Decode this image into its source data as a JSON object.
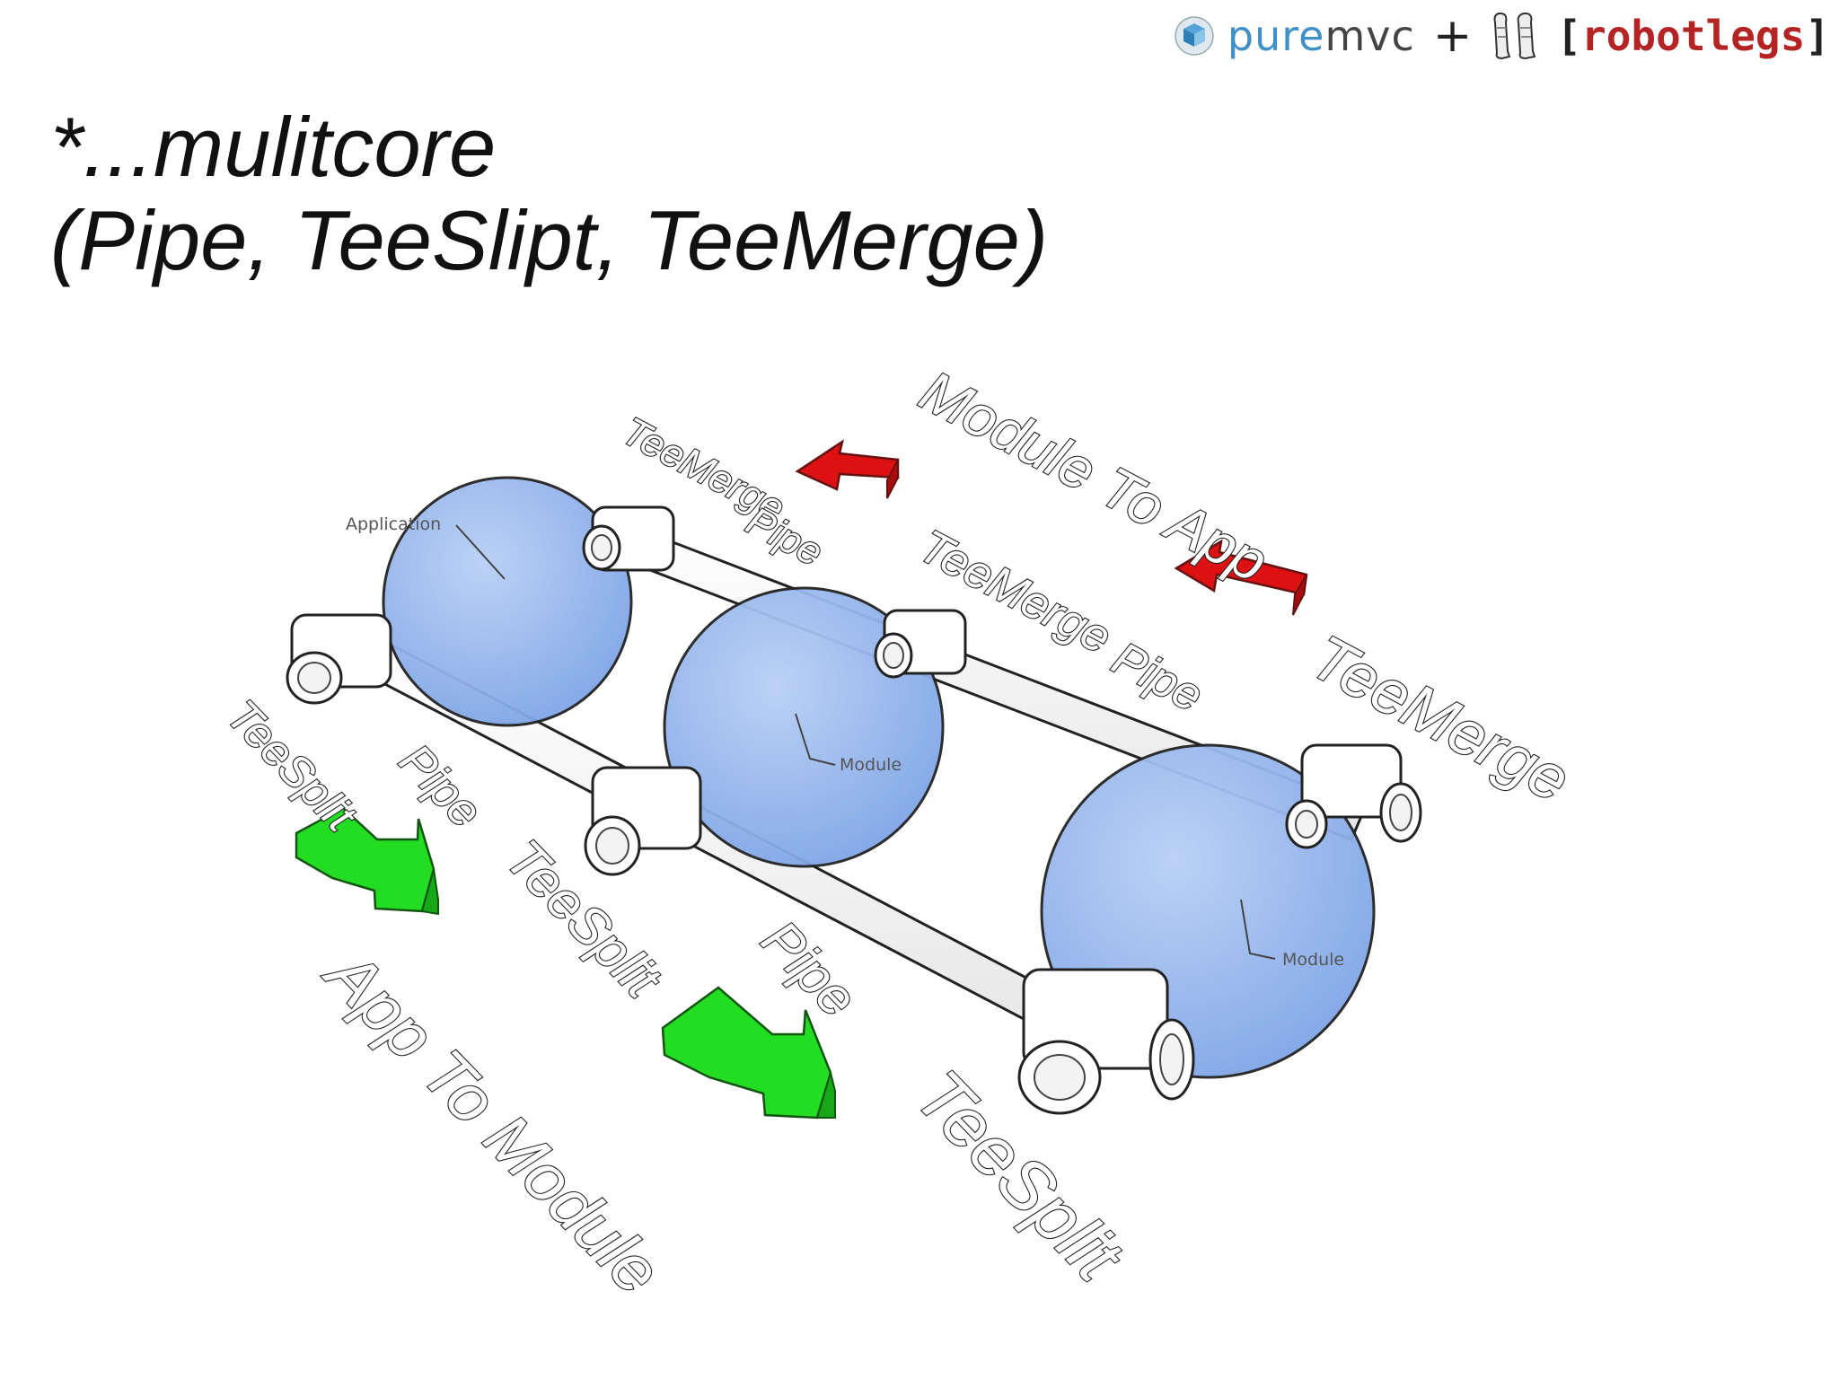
{
  "header": {
    "logo_pure": "pure",
    "logo_mvc": "mvc",
    "plus": "+",
    "logo_robotlegs": "robotlegs",
    "bracket_open": "[",
    "bracket_close": "]"
  },
  "title": {
    "line1": "*...mulitcore",
    "line2": "(Pipe, TeeSlipt, TeeMerge)"
  },
  "diagram": {
    "labels": {
      "module_to_app": "Module To App",
      "app_to_module": "App To Module",
      "teemerge_1": "TeeMerge",
      "pipe_top_1": "Pipe",
      "teemerge_2": "TeeMerge",
      "pipe_top_2": "Pipe",
      "teemerge_3": "TeeMerge",
      "teesplit_1": "TeeSplit",
      "pipe_bottom_1": "Pipe",
      "teesplit_2": "TeeSplit",
      "pipe_bottom_2": "Pipe",
      "teesplit_3": "TeeSplit",
      "application": "Application",
      "module_1": "Module",
      "module_2": "Module"
    },
    "colors": {
      "sphere": "#8fb3ee",
      "arrow_red": "#dd1111",
      "arrow_green": "#22dd22",
      "pipe": "#ffffff"
    }
  }
}
